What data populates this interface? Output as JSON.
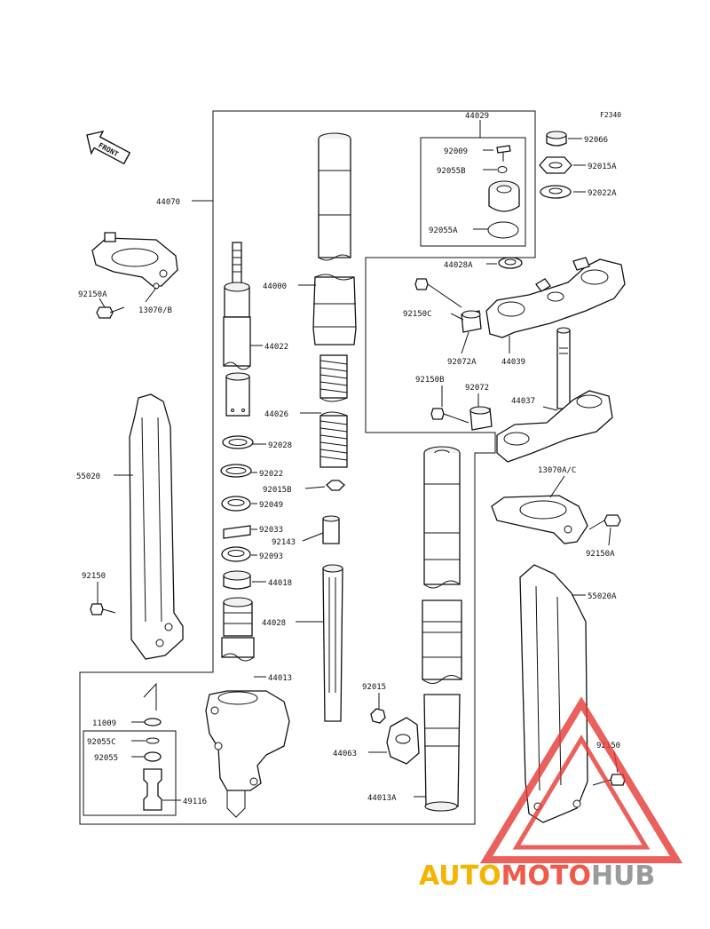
{
  "diagram": {
    "figure_code": "F2340",
    "front_label": "FRONT"
  },
  "parts": {
    "p44029": "44029",
    "p92009": "92009",
    "p92055B": "92055B",
    "p92055A": "92055A",
    "p44028A": "44028A",
    "p92066": "92066",
    "p92015A": "92015A",
    "p92022A": "92022A",
    "p44070": "44070",
    "p92150A_l": "92150A",
    "p13070B": "13070/B",
    "p44000": "44000",
    "p44022": "44022",
    "p44026": "44026",
    "p92150C": "92150C",
    "p92072A": "92072A",
    "p44039": "44039",
    "p92150B": "92150B",
    "p92072": "92072",
    "p44037": "44037",
    "p13070AC": "13070A/C",
    "p92150A_r": "92150A",
    "p55020": "55020",
    "p92028": "92028",
    "p92022": "92022",
    "p92015B": "92015B",
    "p92049": "92049",
    "p92033": "92033",
    "p92143": "92143",
    "p92093": "92093",
    "p44018": "44018",
    "p92150_l": "92150",
    "p44028": "44028",
    "p55020A": "55020A",
    "p44013": "44013",
    "p92015": "92015",
    "p11009": "11009",
    "p92055C": "92055C",
    "p92055": "92055",
    "p49116": "49116",
    "p44063": "44063",
    "p44013A": "44013A",
    "p92150_r": "92150"
  },
  "watermark": {
    "part_auto": "AUTO",
    "part_moto": "MOTO",
    "part_hub": "HUB",
    "color_auto": "#f5b400",
    "color_moto": "#ef5a4a",
    "color_hub": "#9a9a9a",
    "triangle_color": "#e53935"
  }
}
